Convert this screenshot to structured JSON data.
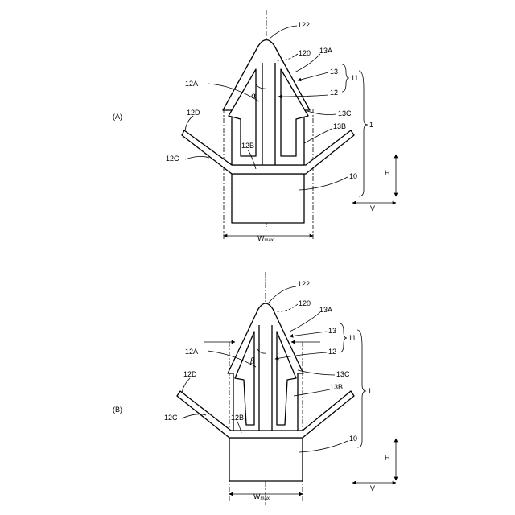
{
  "figure_a": {
    "panel_label": "(A)",
    "angle": "α",
    "labels": {
      "tip": "122",
      "apex": "120",
      "pawl_top": "13A",
      "pawl": "13",
      "pawl_group": "11",
      "whole": "1",
      "shaft_lower": "12A",
      "shaft": "12",
      "pawl_tip": "13C",
      "flange_edge": "12D",
      "pawl_body": "13B",
      "flange": "12C",
      "slot": "12B",
      "base": "10"
    },
    "dimension": {
      "main": "W",
      "sub": "max"
    },
    "arrows": {
      "horizontal": "V",
      "vertical": "H"
    }
  },
  "figure_b": {
    "panel_label": "(B)",
    "angle": "β",
    "labels": {
      "tip": "122",
      "apex": "120",
      "pawl_top": "13A",
      "pawl": "13",
      "pawl_group": "11",
      "whole": "1",
      "shaft_lower": "12A",
      "shaft": "12",
      "pawl_tip": "13C",
      "flange_edge": "12D",
      "pawl_body": "13B",
      "flange": "12C",
      "slot": "12B",
      "base": "10"
    },
    "dimension": {
      "main": "W",
      "sub": "max"
    },
    "arrows": {
      "horizontal": "V",
      "vertical": "H"
    }
  }
}
